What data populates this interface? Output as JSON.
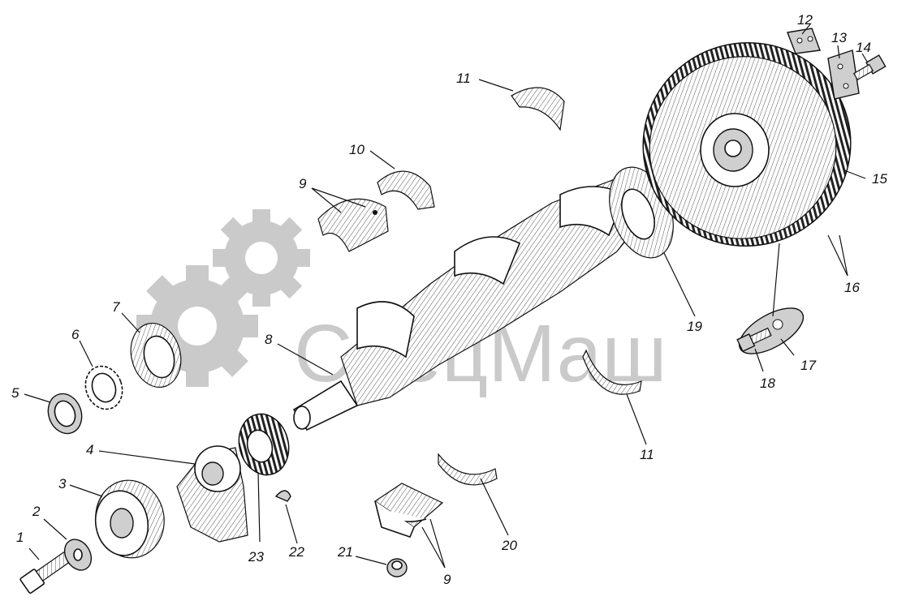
{
  "watermark": {
    "text": "СпецМаш",
    "color": "#b5b5b5"
  },
  "labels": {
    "l1": "1",
    "l2": "2",
    "l3": "3",
    "l4": "4",
    "l5": "5",
    "l6": "6",
    "l7": "7",
    "l8": "8",
    "l9a": "9",
    "l9b": "9",
    "l10": "10",
    "l11a": "11",
    "l11b": "11",
    "l12": "12",
    "l13": "13",
    "l14": "14",
    "l15": "15",
    "l16": "16",
    "l17": "17",
    "l18": "18",
    "l19": "19",
    "l20": "20",
    "l21": "21",
    "l22": "22",
    "l23": "23"
  },
  "icons": {
    "gear": "gear-icon"
  }
}
